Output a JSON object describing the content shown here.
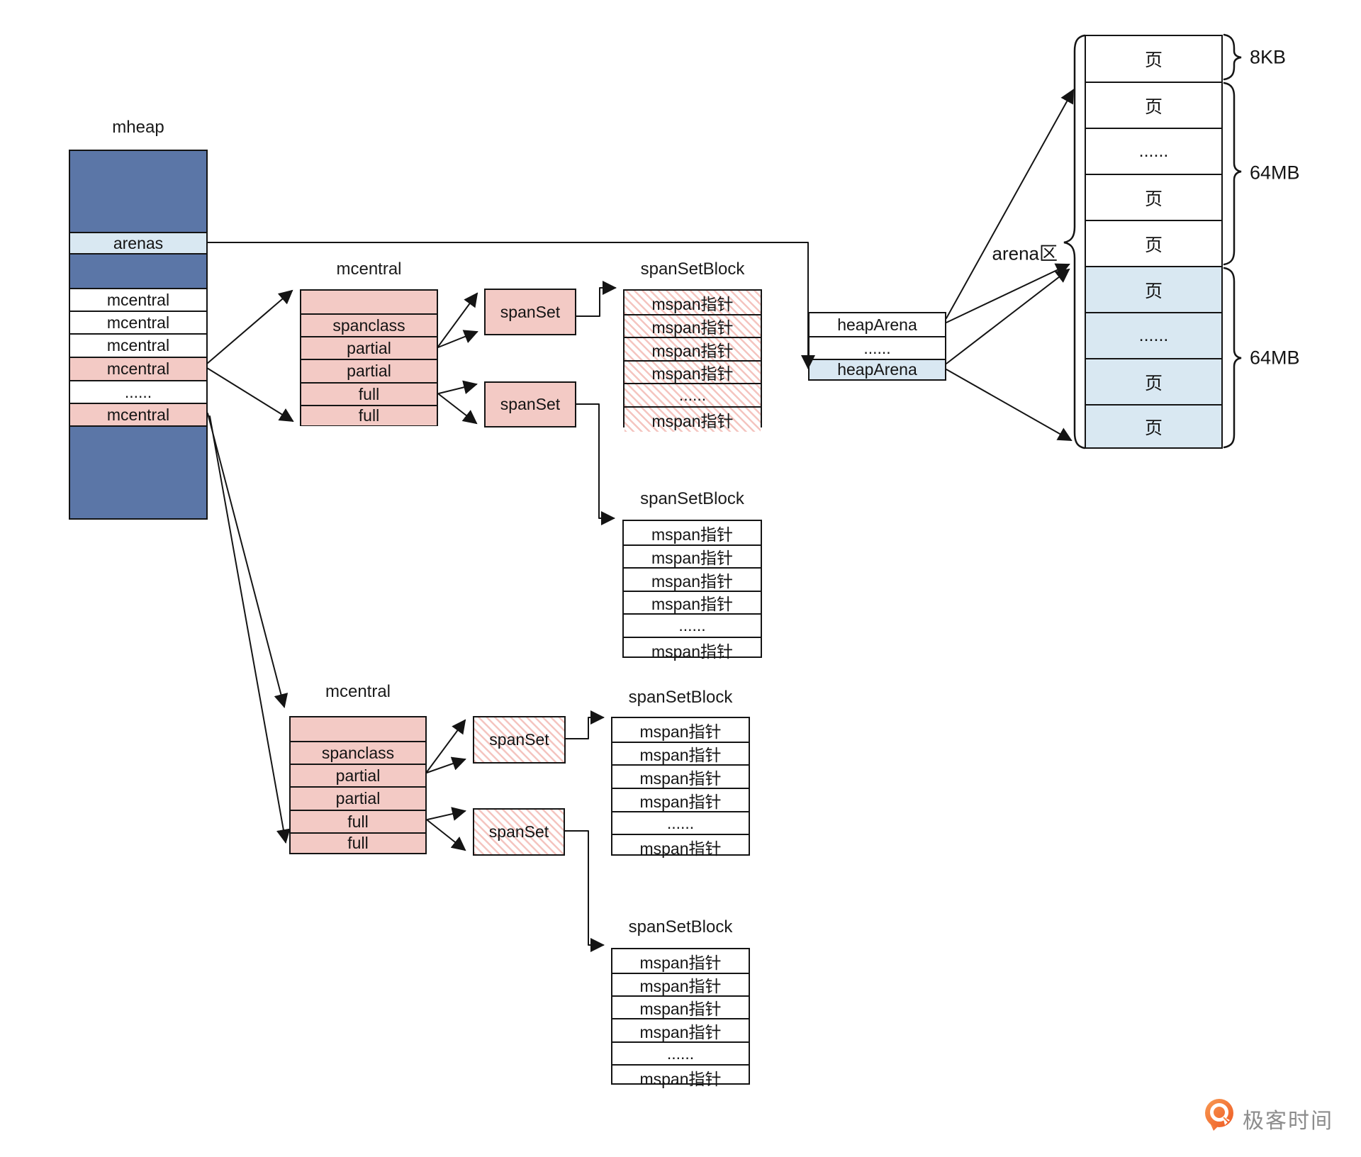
{
  "mheap": {
    "title": "mheap",
    "rows": [
      "",
      "arenas",
      "",
      "mcentral",
      "mcentral",
      "mcentral",
      "mcentral",
      "......",
      "mcentral",
      ""
    ]
  },
  "mcentralTop": {
    "title": "mcentral",
    "rows": [
      "",
      "spanclass",
      "partial",
      "partial",
      "full",
      "full"
    ]
  },
  "mcentralBottom": {
    "title": "mcentral",
    "rows": [
      "",
      "spanclass",
      "partial",
      "partial",
      "full",
      "full"
    ]
  },
  "spanSets": {
    "s1": "spanSet",
    "s2": "spanSet",
    "s3": "spanSet",
    "s4": "spanSet"
  },
  "blocks": {
    "b1": {
      "title": "spanSetBlock",
      "rows": [
        "mspan指针",
        "mspan指针",
        "mspan指针",
        "mspan指针",
        "......",
        "mspan指针"
      ]
    },
    "b2": {
      "title": "spanSetBlock",
      "rows": [
        "mspan指针",
        "mspan指针",
        "mspan指针",
        "mspan指针",
        "......",
        "mspan指针"
      ]
    },
    "b3": {
      "title": "spanSetBlock",
      "rows": [
        "mspan指针",
        "mspan指针",
        "mspan指针",
        "mspan指针",
        "......",
        "mspan指针"
      ]
    },
    "b4": {
      "title": "spanSetBlock",
      "rows": [
        "mspan指针",
        "mspan指针",
        "mspan指针",
        "mspan指针",
        "......",
        "mspan指针"
      ]
    }
  },
  "heapArenaTable": {
    "rows": [
      "heapArena",
      "......",
      "heapArena"
    ]
  },
  "arena": {
    "label": "arena区",
    "whitePages": [
      "页",
      "页",
      "......",
      "页",
      "页"
    ],
    "bluePages": [
      "页",
      "......",
      "页",
      "页"
    ],
    "braceTop": "8KB",
    "braceMid": "64MB",
    "braceBottom": "64MB"
  },
  "logo": {
    "text": "极客时间"
  },
  "colors": {
    "darkBlue": "#5b76a7",
    "lightBlue": "#d9e8f2",
    "pink": "#f3cac5",
    "hatchPink": "#ec948a",
    "line": "#141414",
    "logoOrange": "#f06a21",
    "logoGray": "#8c8c8c"
  }
}
